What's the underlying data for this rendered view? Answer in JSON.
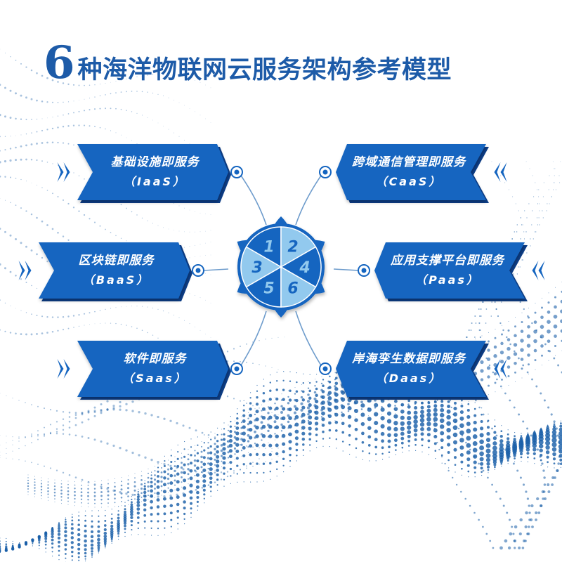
{
  "title": {
    "number": "6",
    "text": "种海洋物联网云服务架构参考模型"
  },
  "colors": {
    "primary": "#1565c0",
    "dark": "#0d3f8a",
    "accent_light": "#92c9ee",
    "title": "#1d5ba8",
    "particles": "#1a5fa8"
  },
  "hub": {
    "labels": [
      "1",
      "2",
      "3",
      "4",
      "5",
      "6"
    ]
  },
  "services": [
    {
      "name": "基础设施即服务",
      "abbr": "（IaaS）",
      "side": "left"
    },
    {
      "name": "跨域通信管理即服务",
      "abbr": "（CaaS）",
      "side": "right"
    },
    {
      "name": "区块链即服务",
      "abbr": "（BaaS）",
      "side": "left"
    },
    {
      "name": "应用支撑平台即服务",
      "abbr": "（Paas）",
      "side": "right"
    },
    {
      "name": "软件即服务",
      "abbr": "（Saas）",
      "side": "left"
    },
    {
      "name": "岸海孪生数据即服务",
      "abbr": "（Daas）",
      "side": "right"
    }
  ],
  "icons": {
    "arrow": "double-chevron-icon",
    "connector": "target-node-icon"
  }
}
